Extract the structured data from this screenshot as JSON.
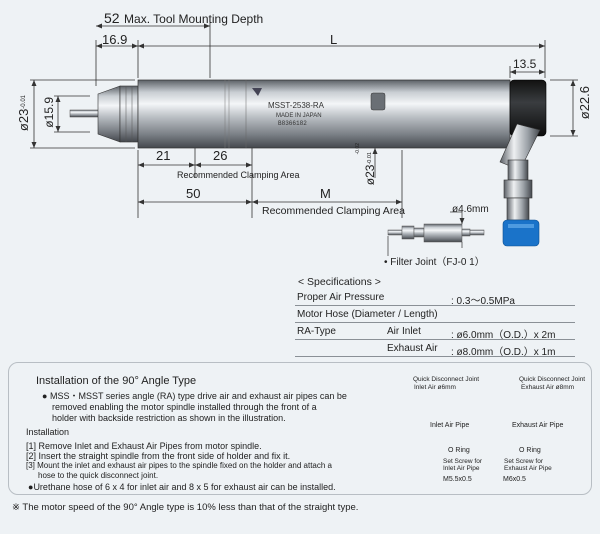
{
  "drawing": {
    "max_depth_value": "52",
    "max_depth_label": "Max. Tool Mounting Depth",
    "dim_16_9": "16.9",
    "dim_L": "L",
    "dim_13_5": "13.5",
    "dim_d23_left": "ø23",
    "dim_d23_left_tol": "-0.01",
    "dim_d15_9": "ø15.9",
    "dim_d22_6": "ø22.6",
    "dim_d23_mid": "ø23",
    "dim_d23_mid_tol_top": "-0.01",
    "dim_d23_mid_tol_bot": "-0.02",
    "dim_21": "21",
    "dim_26": "26",
    "rec_clamp_small": "Recommended Clamping Area",
    "dim_50": "50",
    "dim_M": "M",
    "rec_clamp_big": "Recommended Clamping Area",
    "spindle_text_1": "MSST-2538-RA",
    "spindle_text_2": "MADE IN JAPAN",
    "spindle_text_3": "B8366182",
    "dim_d4_6": "ø4.6mm",
    "filter_joint": "• Filter Joint（FJ-0 1）"
  },
  "specs": {
    "title": "< Specifications >",
    "rows": [
      {
        "label": "Proper Air Pressure",
        "sub": "",
        "value": ": 0.3～0.5MPa"
      },
      {
        "label": "Motor Hose (Diameter / Length)",
        "sub": "",
        "value": ""
      },
      {
        "label": "RA-Type",
        "sub": "Air Inlet",
        "value": ": ø6.0mm（O.D.）x 2m"
      },
      {
        "label": "",
        "sub": "Exhaust Air",
        "value": ": ø8.0mm（O.D.）x 1m"
      }
    ]
  },
  "installation": {
    "heading": "Installation of the 90°  Angle Type",
    "intro_1": "MSS・MSST series angle (RA) type drive air and exhaust air pipes can be",
    "intro_2": "removed enabling the motor spindle installed through the front of a",
    "intro_3": "holder with backside restriction as shown in the illustration.",
    "sub_heading": "Installation",
    "step_1": "[1] Remove Inlet and Exhaust Air Pipes from motor spindle.",
    "step_2": "[2] Insert the straight spindle from the front side of holder and fix it.",
    "step_3a": "[3] Mount the inlet and exhaust air pipes to the spindle fixed on the holder and attach a",
    "step_3b": "hose to the quick disconnect joint.",
    "note": "Urethane hose of 6 x 4 for inlet air and 8 x 5 for exhaust air can be installed.",
    "labels": {
      "qdj_left": "Quick Disconnect Joint",
      "inlet_6": "Inlet Air ø6mm",
      "qdj_right": "Quick Disconnect Joint",
      "exhaust_8": "Exhaust Air ø8mm",
      "inlet_pipe": "Inlet Air Pipe",
      "exhaust_pipe": "Exhaust Air Pipe",
      "oring_left": "O Ring",
      "oring_right": "O Ring",
      "set_screw_inlet_1": "Set Screw for",
      "set_screw_inlet_2": "Inlet Air Pipe",
      "set_screw_exhaust_1": "Set Screw for",
      "set_screw_exhaust_2": "Exhaust Air Pipe",
      "m5": "M5.5x0.5",
      "m6": "M6x0.5"
    }
  },
  "footnote": "※ The motor speed of the 90°  Angle type is 10% less than that of the straight type.",
  "colors": {
    "accent_blue": "#1e8fd6",
    "hose_blue": "#1a73c9",
    "background": "#eef2f5"
  }
}
